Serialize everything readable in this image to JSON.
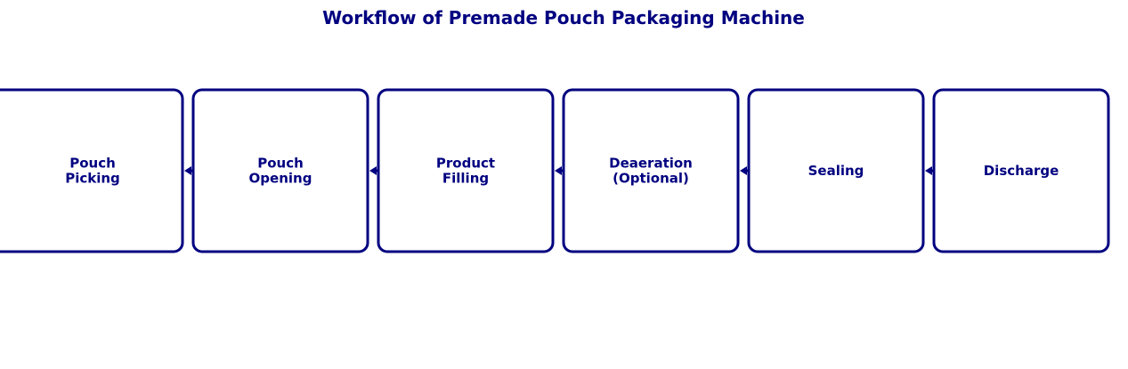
{
  "title": "Workflow of Premade Pouch Packaging Machine",
  "colors": {
    "primary": "#000080",
    "background": "#ffffff"
  },
  "steps": [
    {
      "lines": [
        "Pouch",
        "Picking"
      ]
    },
    {
      "lines": [
        "Pouch",
        "Opening"
      ]
    },
    {
      "lines": [
        "Product",
        "Filling"
      ]
    },
    {
      "lines": [
        "Deaeration",
        "(Optional)"
      ]
    },
    {
      "lines": [
        "Sealing"
      ]
    },
    {
      "lines": [
        "Discharge"
      ]
    }
  ]
}
